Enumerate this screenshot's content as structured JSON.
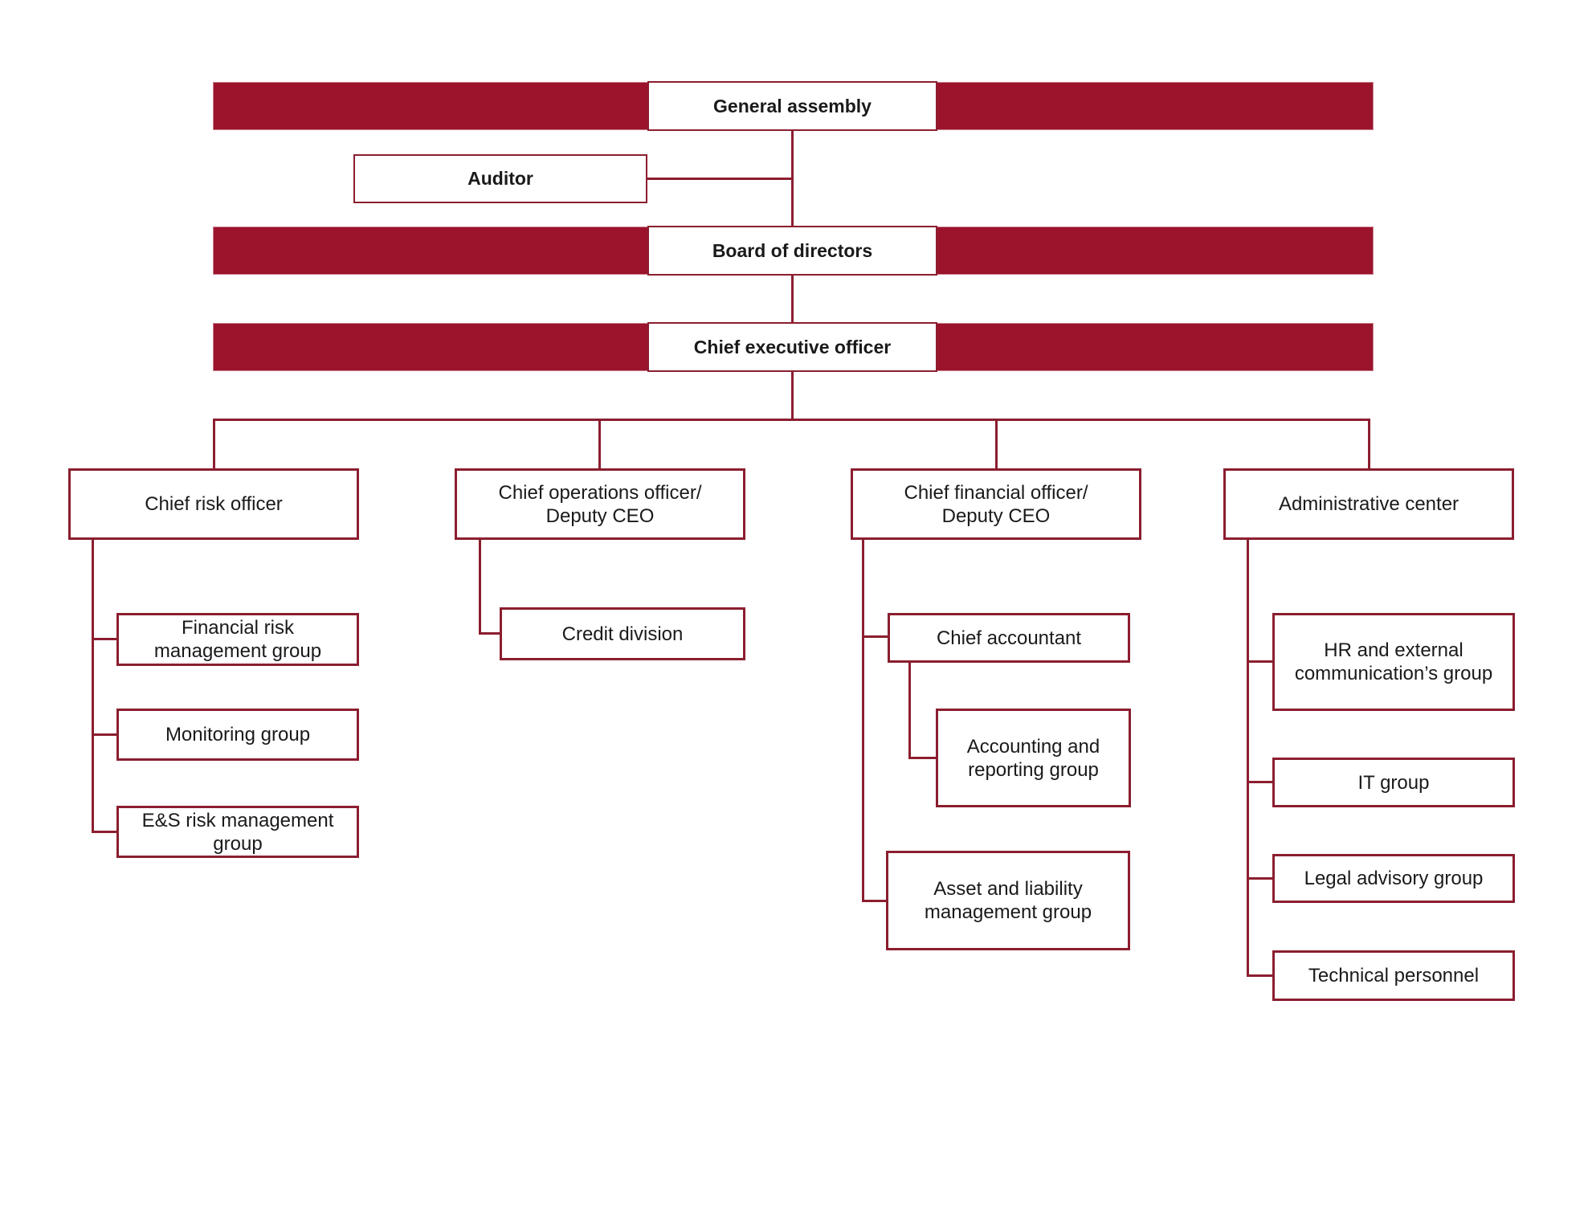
{
  "colors": {
    "bar_red": "#9B142B",
    "line_red": "#8B1E2F",
    "bar_halo": "#C9808D",
    "text": "#1a1a1a"
  },
  "org": {
    "general_assembly": "General assembly",
    "auditor": "Auditor",
    "board_of_directors": "Board of directors",
    "ceo": "Chief executive officer",
    "branches": [
      {
        "label": "Chief risk officer",
        "children": [
          {
            "label": "Financial risk\nmanagement group"
          },
          {
            "label": "Monitoring group"
          },
          {
            "label": "E&S risk management\ngroup"
          }
        ]
      },
      {
        "label": "Chief operations officer/\nDeputy CEO",
        "children": [
          {
            "label": "Credit division"
          }
        ]
      },
      {
        "label": "Chief financial officer/\nDeputy CEO",
        "children": [
          {
            "label": "Chief accountant",
            "children": [
              {
                "label": "Accounting and\nreporting group"
              }
            ]
          },
          {
            "label": "Asset and liability\nmanagement group"
          }
        ]
      },
      {
        "label": "Administrative center",
        "children": [
          {
            "label": "HR and external\ncommunication’s group"
          },
          {
            "label": "IT group"
          },
          {
            "label": "Legal advisory group"
          },
          {
            "label": "Technical personnel"
          }
        ]
      }
    ]
  }
}
